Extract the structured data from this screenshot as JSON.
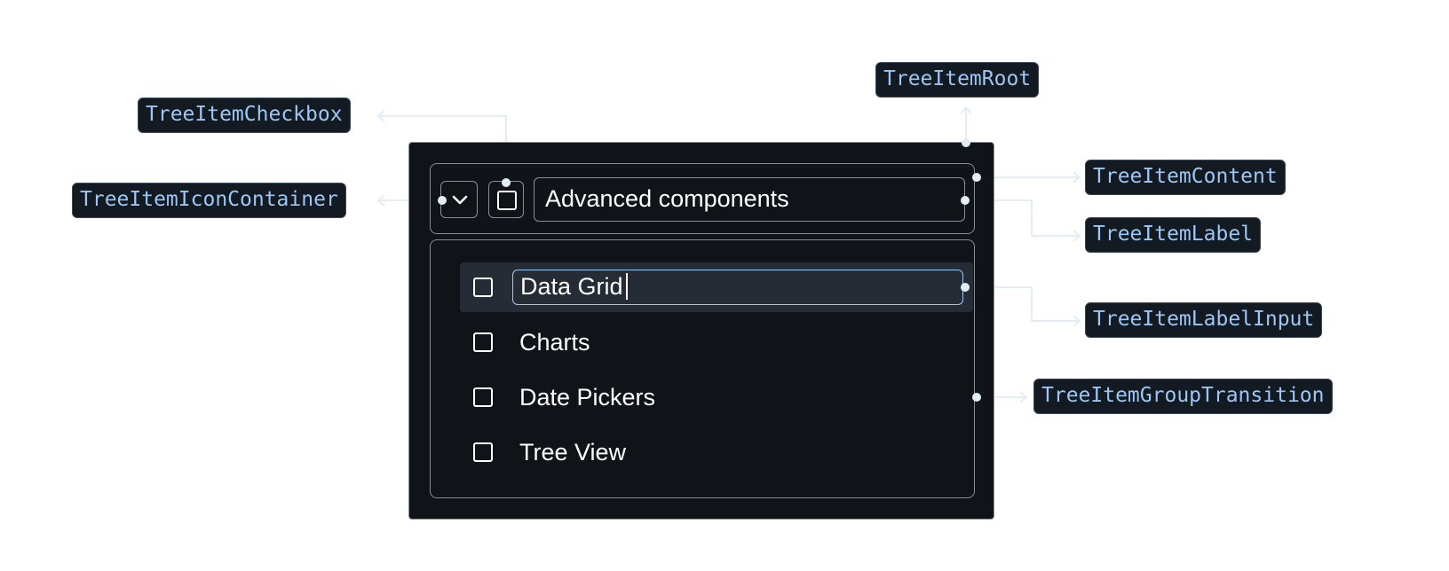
{
  "tree_item": {
    "label": "Advanced components",
    "expand_icon": "chevron-down-icon",
    "children": [
      {
        "label": "Data Grid",
        "editing": true
      },
      {
        "label": "Charts"
      },
      {
        "label": "Date Pickers"
      },
      {
        "label": "Tree View"
      }
    ]
  },
  "callouts": {
    "root": "TreeItemRoot",
    "checkbox": "TreeItemCheckbox",
    "icon_container": "TreeItemIconContainer",
    "content": "TreeItemContent",
    "label": "TreeItemLabel",
    "label_input": "TreeItemLabelInput",
    "group_transition": "TreeItemGroupTransition"
  },
  "colors": {
    "surface": "#101418",
    "focused_row": "#252c35",
    "outline": "#8a8f96",
    "tag_background": "#131a22",
    "tag_text": "#9cc6f4",
    "connector": "#e3edf6"
  }
}
